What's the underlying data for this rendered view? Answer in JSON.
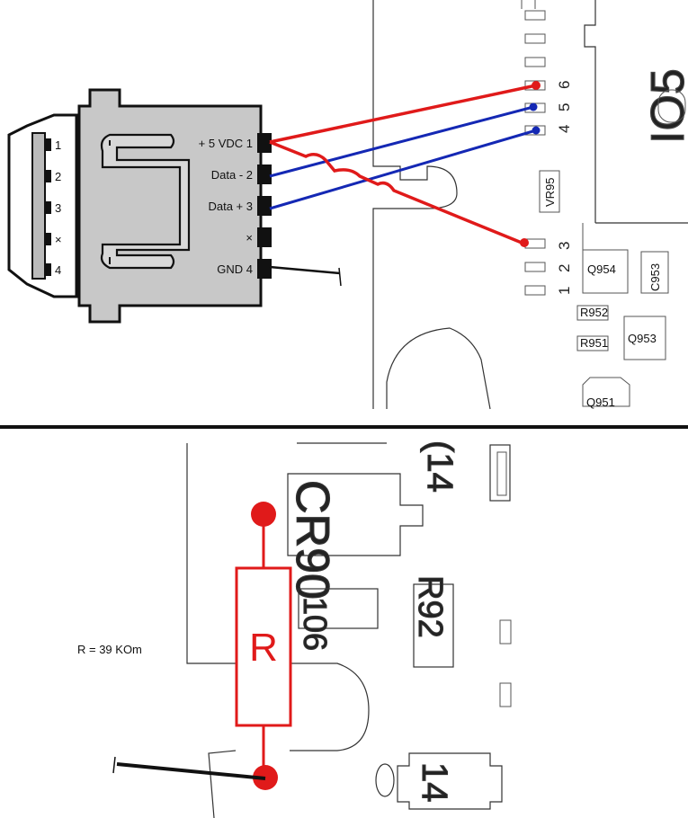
{
  "connector": {
    "left_pins": [
      "1",
      "2",
      "3",
      "×",
      "4"
    ],
    "right_pins": [
      "+ 5 VDC 1",
      "Data - 2",
      "Data + 3",
      "×",
      "GND 4"
    ]
  },
  "board_top": {
    "pad_numbers_upper": [
      "4",
      "5",
      "6"
    ],
    "pad_numbers_lower": [
      "1",
      "2",
      "3"
    ],
    "labels": {
      "vr95": "VR95",
      "q954": "Q954",
      "c953": "C953",
      "r952": "R952",
      "r951": "R951",
      "q953": "Q953",
      "q951": "Q951",
      "corner_text": "IO5"
    }
  },
  "board_bottom": {
    "resistor_value": "R = 39 KOm",
    "resistor_symbol": "R",
    "cr_label": "CR90",
    "side_label": "(14",
    "small_label": "106",
    "bottom_label": "14",
    "mid_label": "R92"
  },
  "colors": {
    "vcc_wire": "#e01a1a",
    "data_wire": "#1428b4",
    "gnd_wire": "#111111",
    "connector_fill": "#c8c8c8",
    "resistor": "#e01a1a"
  }
}
